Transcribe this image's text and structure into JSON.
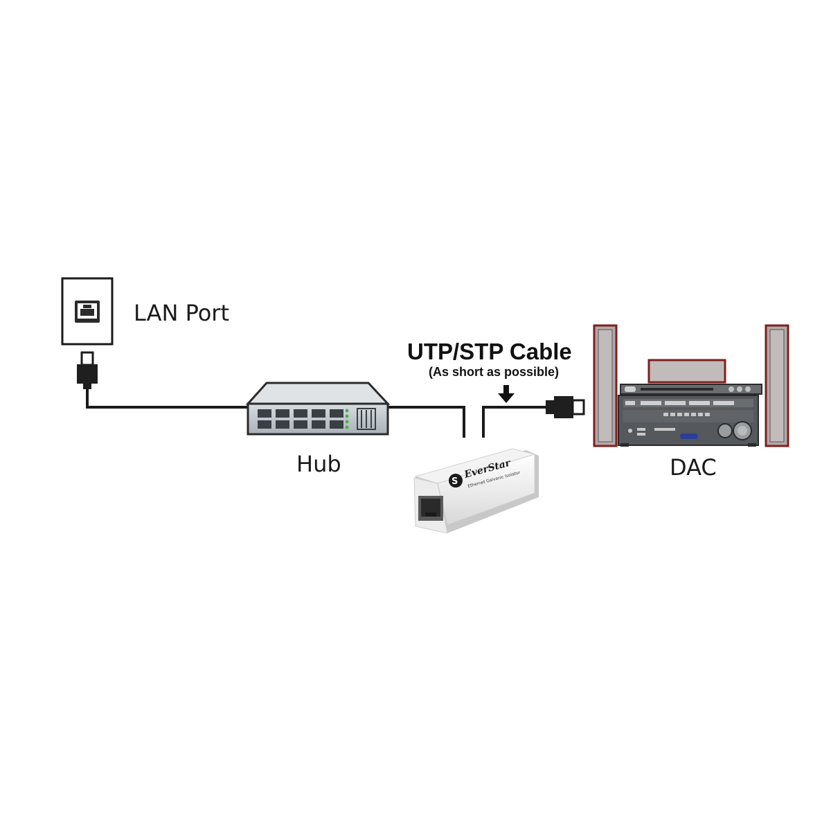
{
  "labels": {
    "lan_port": "LAN Port",
    "hub": "Hub",
    "dac": "DAC",
    "cable_title": "UTP/STP Cable",
    "cable_note": "(As short as possible)"
  },
  "device": {
    "brand": "EverStar",
    "subtitle": "Ethernet Galvanic Isolator"
  },
  "colors": {
    "line": "#1a1a1a",
    "hub_top": "#c9cfd4",
    "hub_front": "#9aa3aa",
    "speaker_frame": "#8a2a2a",
    "speaker_fill": "#b0a7a7",
    "receiver_body": "#55585c",
    "isolator_body": "#f0f0f0"
  }
}
